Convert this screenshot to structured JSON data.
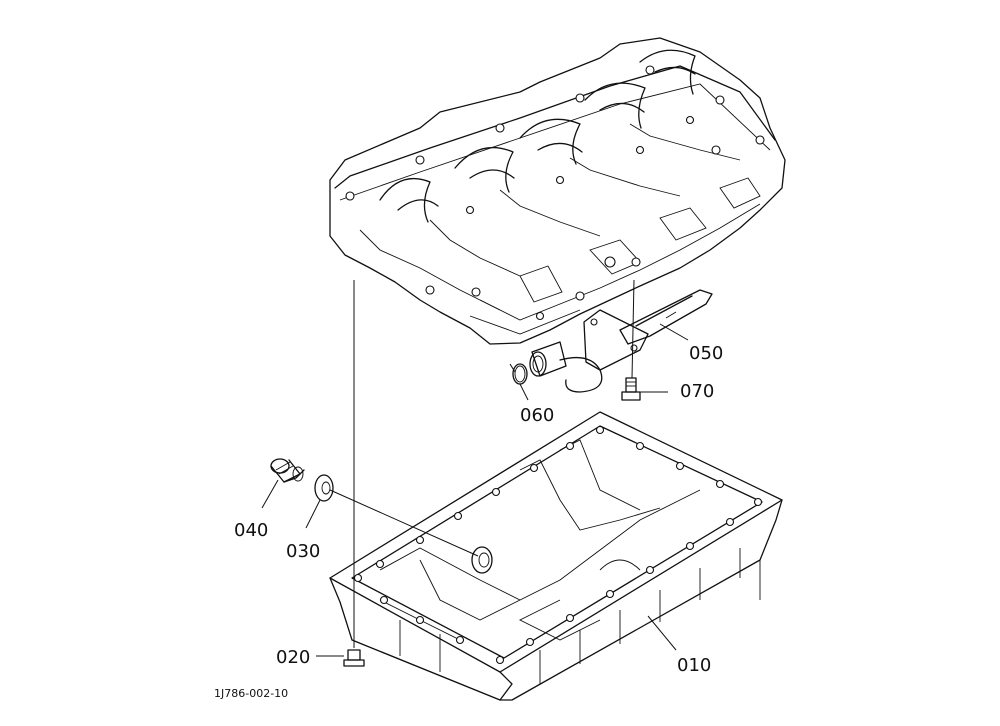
{
  "parts": [
    {
      "id": "p010",
      "number": "010"
    },
    {
      "id": "p020",
      "number": "020"
    },
    {
      "id": "p030",
      "number": "030"
    },
    {
      "id": "p040",
      "number": "040"
    },
    {
      "id": "p050",
      "number": "050"
    },
    {
      "id": "p060",
      "number": "060"
    },
    {
      "id": "p070",
      "number": "070"
    }
  ],
  "reference_code": "1J786-002-10"
}
